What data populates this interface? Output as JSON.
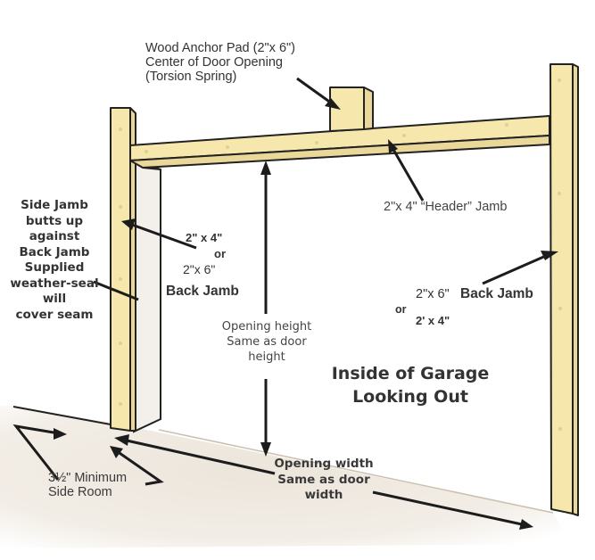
{
  "diagram": {
    "title": "Inside of Garage Looking Out",
    "colors": {
      "wood": "#f6e7ad",
      "outline": "#222222",
      "text": "#333333",
      "floor": "#e8e0d4"
    },
    "labels": {
      "anchor_pad": [
        "Wood Anchor Pad (2\"x 6\")",
        "Center of Door Opening",
        "(Torsion Spring)"
      ],
      "side_jamb": [
        "Side Jamb",
        "butts up",
        "against",
        "Back Jamb",
        "Supplied",
        "weather-seal",
        "will",
        "cover seam"
      ],
      "left_back_jamb": {
        "size_a": "2\" x 4\"",
        "or": "or",
        "size_b": "2\"x 6\"",
        "name": "Back Jamb"
      },
      "header_jamb": "2\"x 4\" “Header” Jamb",
      "right_back_jamb": {
        "size_a": "2\"x 6\"",
        "name": "Back Jamb",
        "or": "or",
        "size_b": "2' x 4\""
      },
      "opening_height": [
        "Opening height",
        "Same as door",
        "height"
      ],
      "inside_garage": [
        "Inside of Garage",
        "Looking Out"
      ],
      "side_room": [
        "3½\" Minimum",
        "Side Room"
      ],
      "opening_width": [
        "Opening width",
        "Same as door",
        "width"
      ]
    },
    "icons": [
      "arrow-icon",
      "double-arrow-icon"
    ]
  }
}
